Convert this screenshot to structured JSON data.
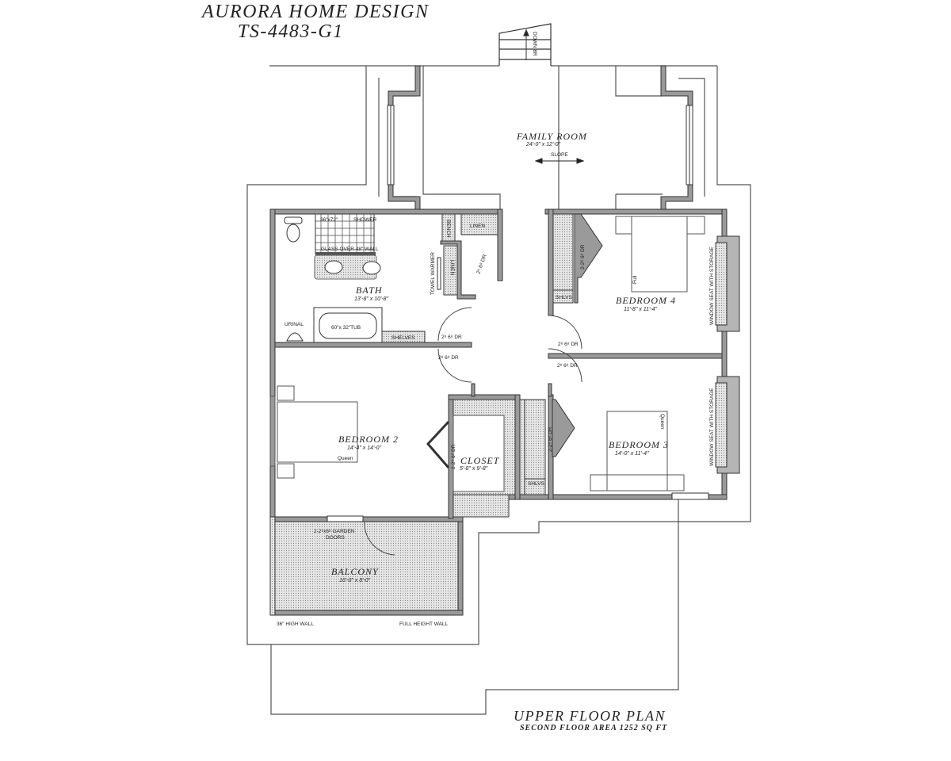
{
  "header": {
    "company": "AURORA HOME DESIGN",
    "plan_number": "TS-4483-G1"
  },
  "footer": {
    "title": "UPPER FLOOR PLAN",
    "subtitle": "SECOND FLOOR AREA   1252 SQ FT"
  },
  "stair": {
    "label": "DOWN 8R"
  },
  "rooms": {
    "family_room": {
      "name": "FAMILY ROOM",
      "dims": "24'-0\" x 12'-0\"",
      "note": "SLOPE"
    },
    "bath": {
      "name": "BATH",
      "dims": "13'-8\" x 10'-8\""
    },
    "bedroom4": {
      "name": "BEDROOM 4",
      "dims": "11'-8\" x 11'-4\""
    },
    "bedroom2": {
      "name": "BEDROOM 2",
      "dims": "14'-4\" x 14'-0\""
    },
    "closet": {
      "name": "CLOSET",
      "dims": "5'-8\" x 9'-8\""
    },
    "bedroom3": {
      "name": "BEDROOM 3",
      "dims": "14'-0\" x 11'-4\""
    },
    "balcony": {
      "name": "BALCONY",
      "dims": "16'-0\" x 8'-0\""
    }
  },
  "fixtures": {
    "shower_size": "36\"x72\"",
    "shower": "SHOWER",
    "glass": "GLASS OVER 48\" WALL",
    "bench": "BENCH",
    "linen_top": "LINEN",
    "linen_side": "LINEN",
    "towel_warmer": "TOWEL WARMER",
    "tub": "60\"x 32\"TUB",
    "shelves": "SHELVES",
    "urinal": "URINAL",
    "shlvs_b4": "SHLVS",
    "shlvs_b3": "SHLVS",
    "bed_b4": "Full",
    "bed_b2": "Queen",
    "bed_b3": "Queen",
    "window_seat_b4": "WINDOW SEAT WITH STORAGE",
    "window_seat_b3": "WINDOW SEAT WITH STORAGE",
    "garden_doors_1": "2-2⁸x6⁸ GARDEN",
    "garden_doors_2": "DOORS",
    "high_wall": "36\" HIGH WALL",
    "full_wall": "FULL HEIGHT WALL"
  },
  "doors": {
    "linen_door": "2⁶ 6⁸ DR",
    "bath_door": "2⁸ 6⁸ DR",
    "bed2_door": "2⁸ 6⁸ DR",
    "bed4_door": "2⁸ 6⁸ DR",
    "bed3_door": "2⁸ 6⁸ DR",
    "b4_closet": "2-2⁸ 6⁸ DR",
    "b2_closet": "2-2⁸ 6⁸ DR",
    "b3_closet": "2-2⁸ 6⁸ DR"
  },
  "colors": {
    "wall_fill": "#9a9a9a",
    "wall_line": "#333333",
    "hatch": "#d8d8d8",
    "outline": "#555555"
  }
}
